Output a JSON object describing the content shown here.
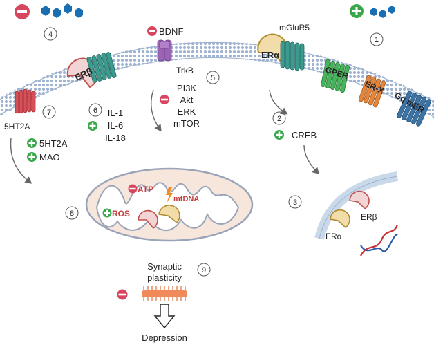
{
  "badges": {
    "b1": "1",
    "b2": "2",
    "b3": "3",
    "b4": "4",
    "b5": "5",
    "b6": "6",
    "b7": "7",
    "b8": "8",
    "b9": "9"
  },
  "receptors": {
    "er_beta": "ERβ",
    "er_alpha": "ERα",
    "mglur5": "mGluR5",
    "gper": "GPER",
    "er_x": "ER-X",
    "gq_mer": "Gq mER",
    "trkb": "TrkB",
    "ht2a": "5HT2A"
  },
  "labels": {
    "bdnf": "BDNF",
    "pi3k": "PI3K",
    "akt": "Akt",
    "erk": "ERK",
    "mtor": "mTOR",
    "il1": "IL-1",
    "il6": "IL-6",
    "il18": "IL-18",
    "ht2a_plus": "5HT2A",
    "mao": "MAO",
    "creb": "CREB",
    "atp": "ATP",
    "mtdna": "mtDNA",
    "ros": "ROS",
    "nucleus_er_beta": "ERβ",
    "nucleus_er_alpha": "ERα",
    "synaptic": "Synaptic",
    "plasticity": "plasticity",
    "depression": "Depression"
  },
  "colors": {
    "minus": "#d8455f",
    "plus": "#3aa84a",
    "hexagon": "#1a6fb3",
    "membrane": "#9fb3d0",
    "er_beta_fill": "#f3d4d4",
    "er_alpha_fill": "#f1dcaa",
    "gper": "#47b35a",
    "er_x": "#e3853b",
    "gq_mer": "#3d74a6",
    "trkb": "#9a63b5",
    "ht2a": "#d6505a",
    "mglur5": "#3c9a8f",
    "mito": "#f6e6dc",
    "red_text": "#c23a3a"
  }
}
